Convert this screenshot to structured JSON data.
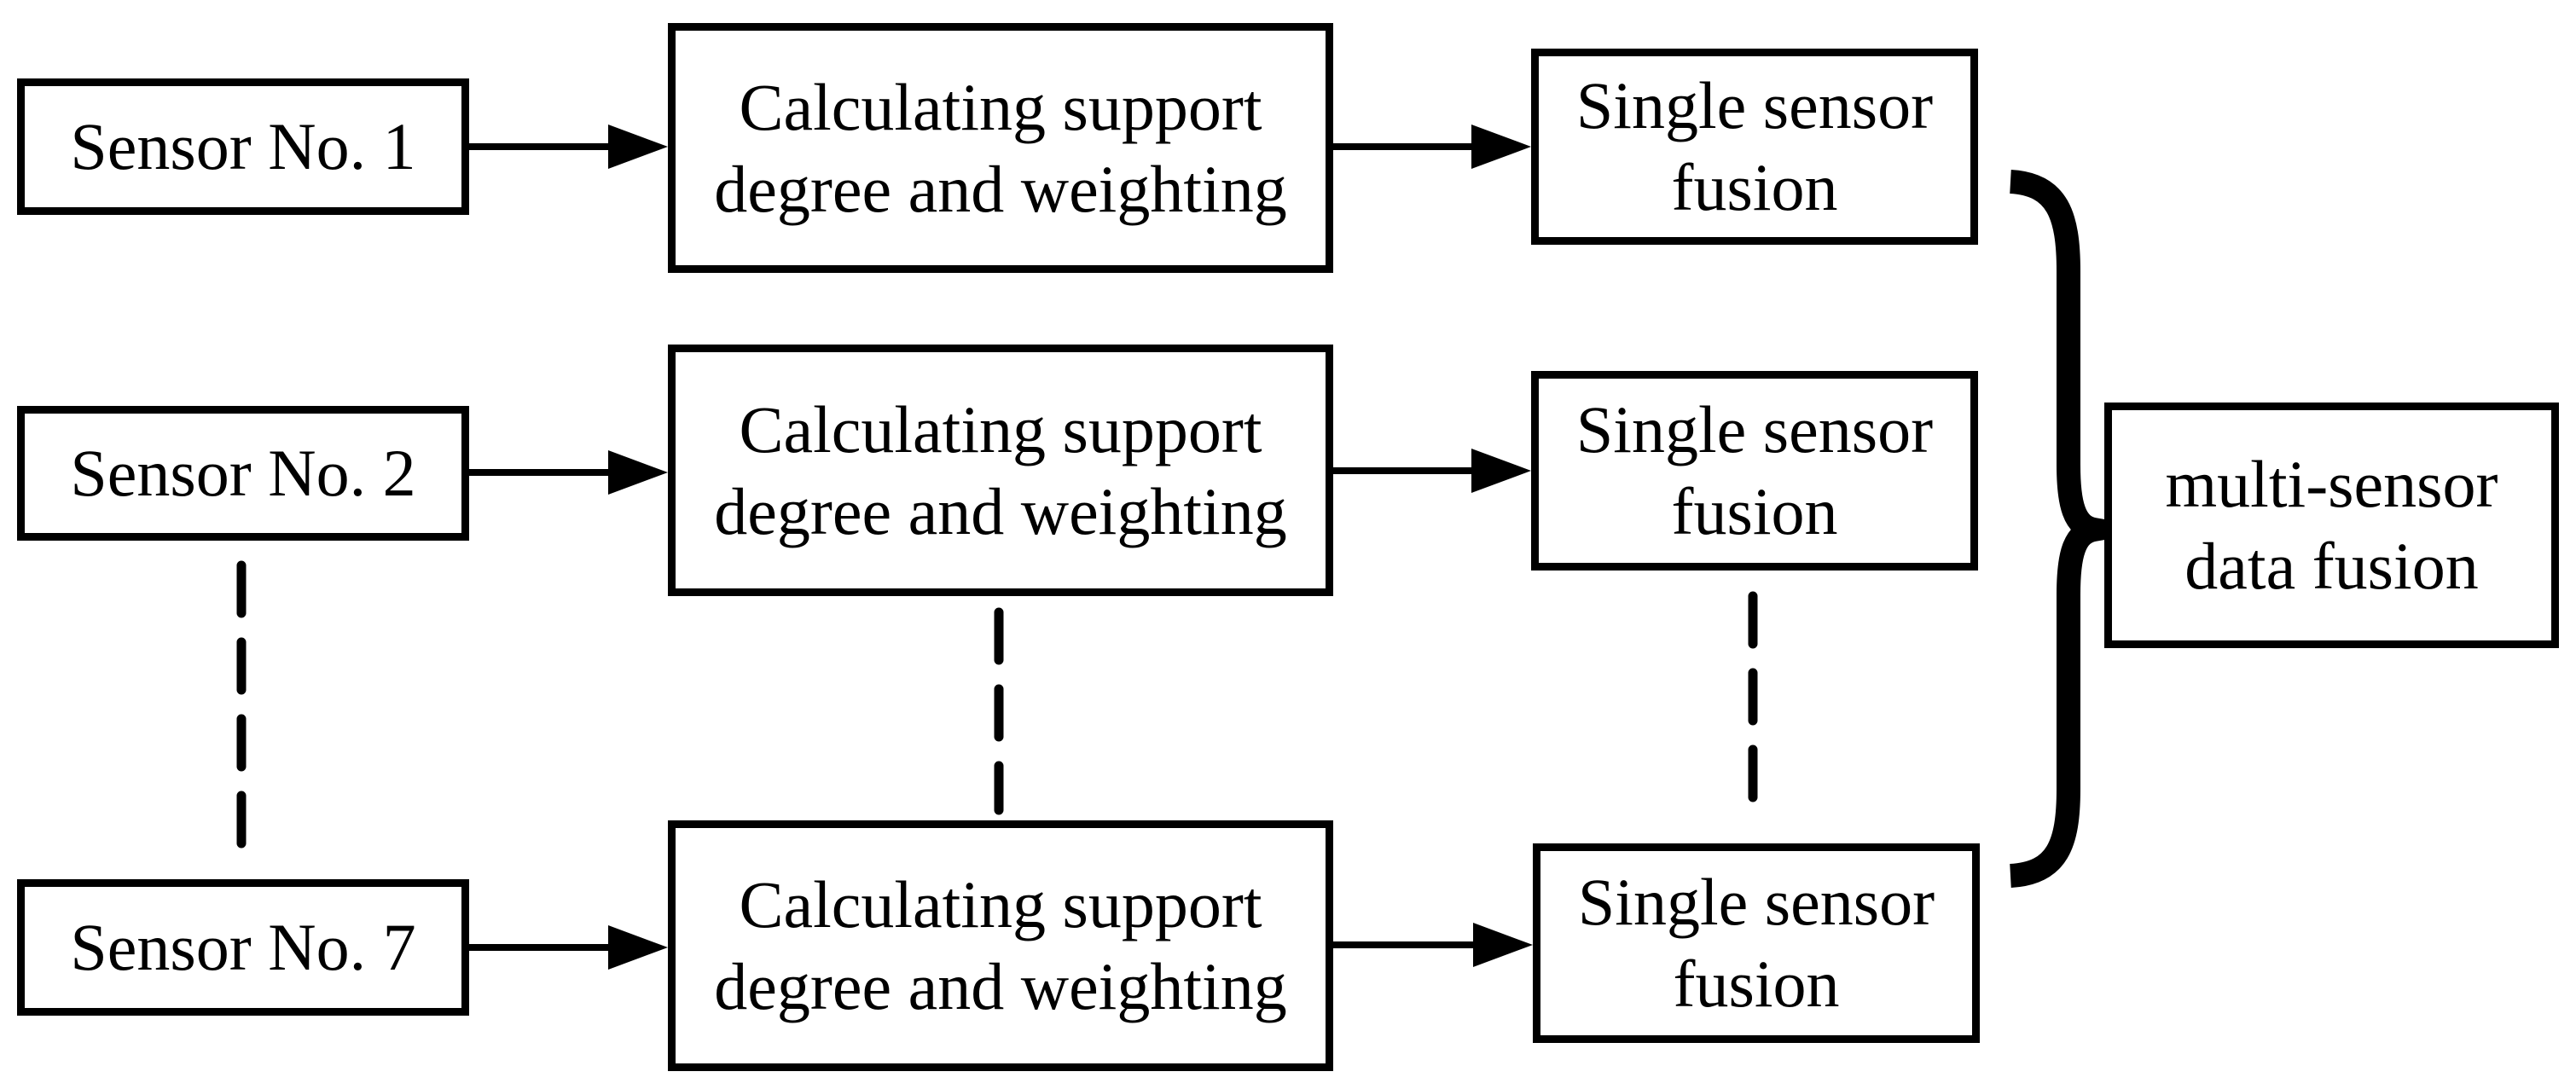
{
  "diagram": {
    "type": "flowchart",
    "colors": {
      "ink": "#000000",
      "background": "#ffffff"
    },
    "rows": [
      {
        "sensor": "Sensor No. 1",
        "process_line1": "Calculating support",
        "process_line2": "degree and weighting",
        "fusion_line1": "Single sensor",
        "fusion_line2": "fusion"
      },
      {
        "sensor": "Sensor No. 2",
        "process_line1": "Calculating support",
        "process_line2": "degree and weighting",
        "fusion_line1": "Single sensor",
        "fusion_line2": "fusion"
      },
      {
        "sensor": "Sensor No. 7",
        "process_line1": "Calculating support",
        "process_line2": "degree and weighting",
        "fusion_line1": "Single sensor",
        "fusion_line2": "fusion"
      }
    ],
    "result": {
      "line1": "multi-sensor",
      "line2": "data fusion"
    }
  }
}
